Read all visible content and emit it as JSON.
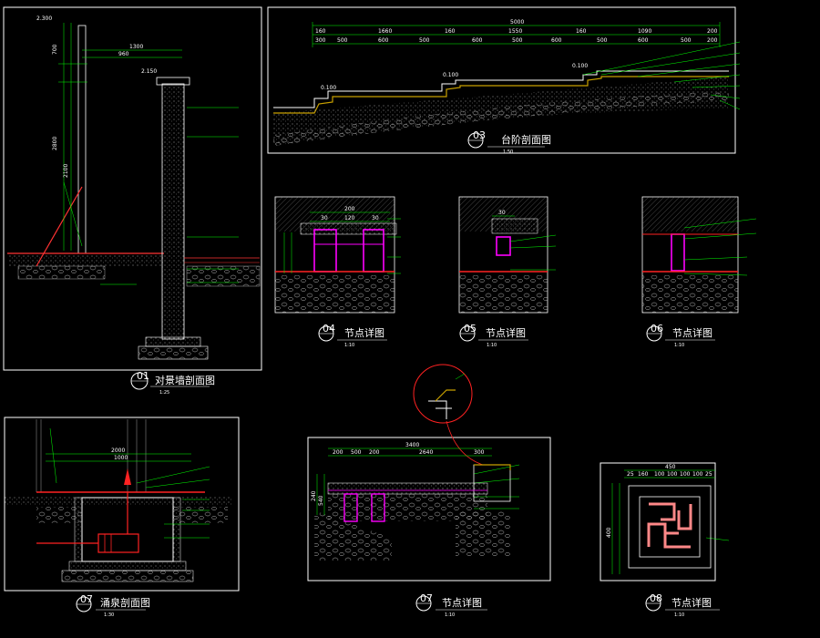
{
  "colors": {
    "background": "#000000",
    "frame": "#ffffff",
    "dimension": "#00ff00",
    "leader": "#00ff00",
    "structure": "#ffffff",
    "steel": "#ff00ff",
    "waterproof": "#ff0000",
    "fill": "#cfcfcf",
    "pump": "#ff0000"
  },
  "drawings": {
    "d01": {
      "num": "01",
      "title": "对景墙剖面图",
      "scale": "1:25",
      "dims": [
        "2.300",
        "700",
        "1300",
        "960",
        "2800",
        "2100",
        "2.150"
      ]
    },
    "d03": {
      "num": "03",
      "title": "台阶剖面图",
      "scale": "1:50",
      "dims": [
        "5000",
        "160",
        "1660",
        "160",
        "1550",
        "160",
        "1090",
        "200",
        "300",
        "500",
        "600",
        "500",
        "600",
        "500",
        "600",
        "500",
        "600",
        "500",
        "200",
        "0.100",
        "0.100",
        "0.100"
      ]
    },
    "d04": {
      "num": "04",
      "title": "节点详图",
      "scale": "1:10",
      "dims": [
        "200",
        "30",
        "120",
        "30"
      ]
    },
    "d05": {
      "num": "05",
      "title": "节点详图",
      "scale": "1:10",
      "dims": [
        "30"
      ]
    },
    "d06": {
      "num": "06",
      "title": "节点详图",
      "scale": "1:10",
      "dims": []
    },
    "d07a": {
      "num": "07",
      "title": "涌泉剖面图",
      "scale": "1:30",
      "dims": [
        "2000",
        "1000"
      ]
    },
    "d07b": {
      "num": "07",
      "title": "节点详图",
      "scale": "1:10",
      "dims": [
        "3400",
        "200",
        "500",
        "200",
        "2640",
        "300",
        "240",
        "540"
      ]
    },
    "d08": {
      "num": "08",
      "title": "节点详图",
      "scale": "1:10",
      "dims": [
        "450",
        "25",
        "160",
        "100",
        "100",
        "100",
        "100",
        "25",
        "400"
      ]
    }
  }
}
